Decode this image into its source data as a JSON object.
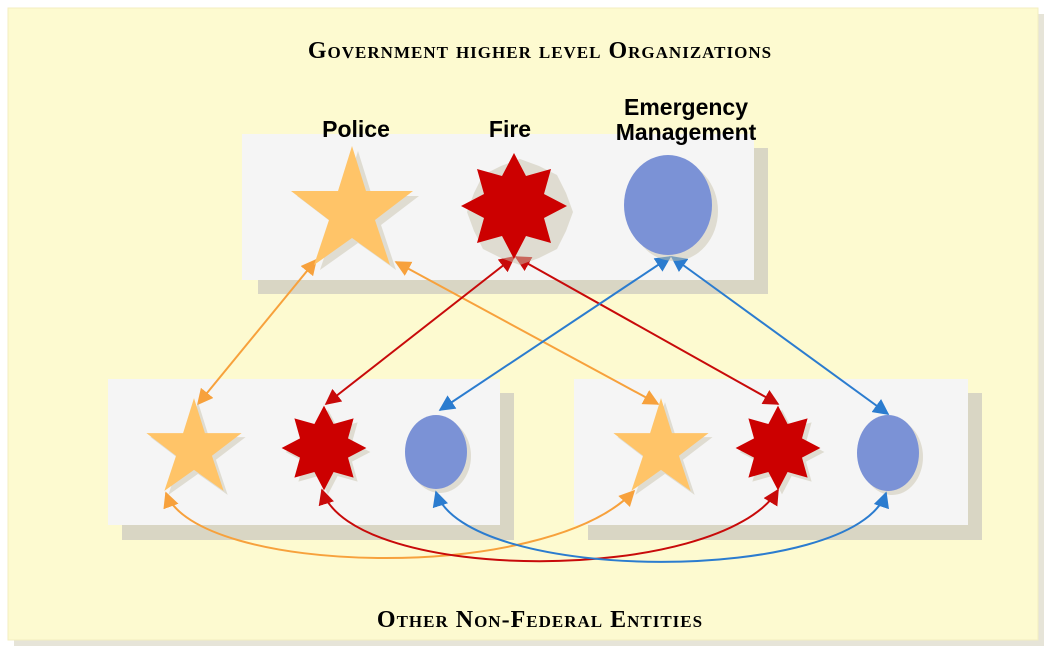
{
  "colors": {
    "background": "#fdfad0",
    "panel": "#f5f5f5",
    "panel_shadow": "#d9d6c4",
    "police": "#ffc468",
    "fire": "#cc0000",
    "emergency": "#7b92d6",
    "police_link": "#f7a13c",
    "fire_link": "#c80a0a",
    "emergency_link": "#2b7ccf"
  },
  "icons": {
    "police": "five-point-star",
    "fire": "eight-point-star",
    "emergency": "ellipse"
  },
  "top_title": "Government higher level Organizations",
  "bottom_title": "Other Non-Federal Entities",
  "labels": {
    "police": "Police",
    "fire": "Fire",
    "emergency_line1": "Emergency",
    "emergency_line2": "Management"
  }
}
